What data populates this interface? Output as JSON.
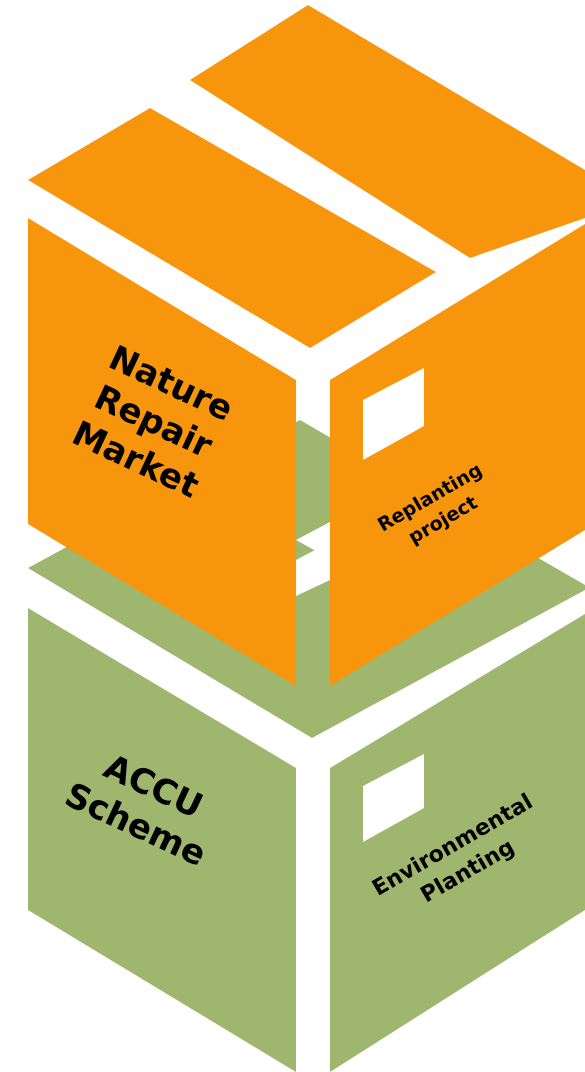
{
  "colors": {
    "upper_box": "#F7960C",
    "lower_box": "#9EB66E",
    "gap": "#FFFFFF",
    "text": "#000000"
  },
  "upper_box": {
    "left_face_label": [
      "Nature",
      "Repair",
      "Market"
    ],
    "right_face_label": [
      "Replanting",
      "project"
    ]
  },
  "lower_box": {
    "left_face_label": [
      "ACCU",
      "Scheme"
    ],
    "right_face_label": [
      "Environmental",
      "Planting"
    ]
  }
}
